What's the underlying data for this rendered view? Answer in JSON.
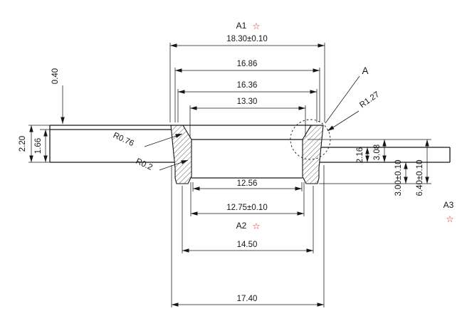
{
  "drawing": {
    "title": "cross-section dimension drawing",
    "colors": {
      "line": "#161616",
      "accent_star": "#cc2a2a",
      "background": "#ffffff"
    },
    "datums": {
      "a1": "A1",
      "a2": "A2",
      "a3": "A3",
      "detail_view": "A",
      "star": "☆"
    },
    "dims": {
      "w1830": "18.30±0.10",
      "w1686": "16.86",
      "w1636": "16.36",
      "w1330": "13.30",
      "w1256": "12.56",
      "w1275": "12.75±0.10",
      "w1450": "14.50",
      "w1740": "17.40",
      "h040": "0.40",
      "h220": "2.20",
      "h166": "1.66",
      "h216": "2.16",
      "h308": "3.08",
      "h300": "3.00±0.10",
      "h640": "6.40±0.10",
      "r076": "R0.76",
      "r02": "R0.2",
      "r127": "R1.27"
    }
  }
}
